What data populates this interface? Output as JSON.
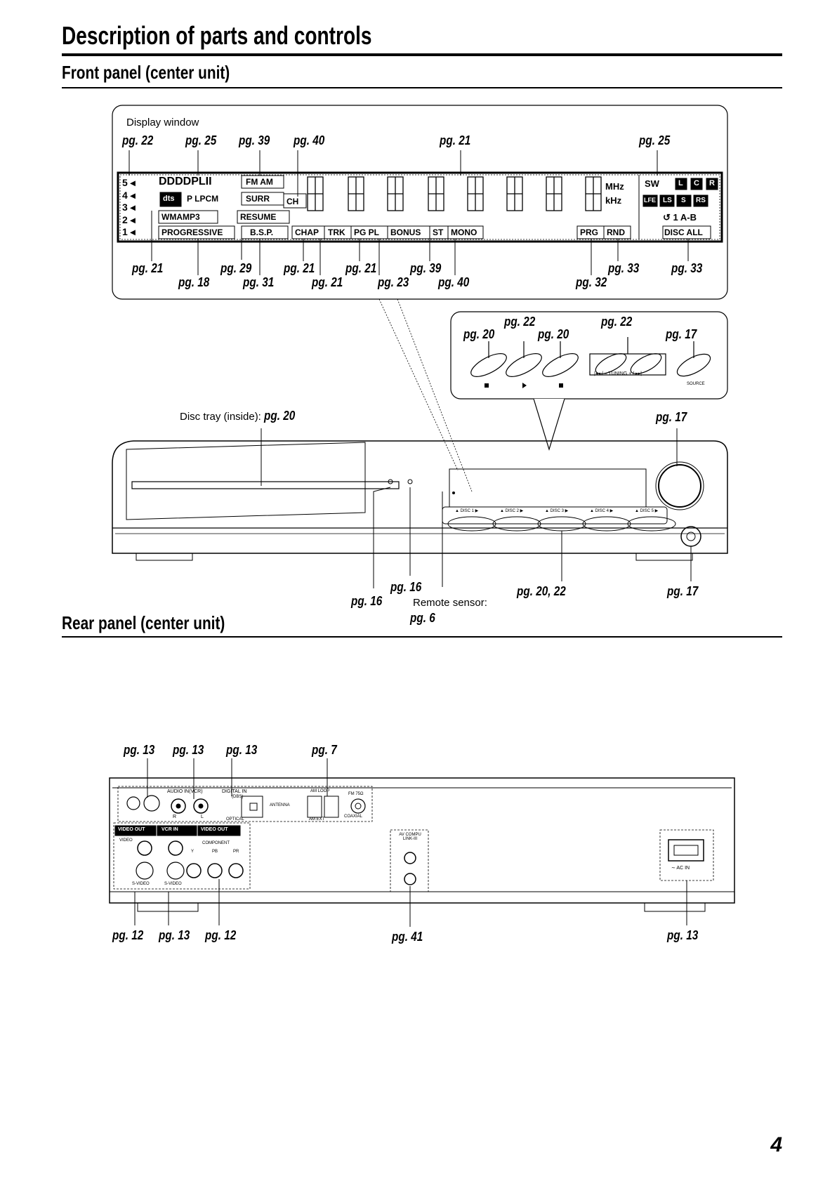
{
  "page": {
    "title": "Description of parts and controls",
    "page_number": "4"
  },
  "front": {
    "heading": "Front panel (center unit)",
    "display_window_label": "Display window",
    "disc_tray_label": "Disc tray (inside):",
    "disc_tray_ref": "pg. 20",
    "remote_sensor_label": "Remote sensor:",
    "display_refs_top": [
      "pg. 22",
      "pg. 25",
      "pg. 39",
      "pg. 40",
      "pg. 21",
      "pg. 25"
    ],
    "display_refs_bottom_row1": [
      "pg. 21",
      "pg. 29",
      "pg. 21",
      "pg. 21",
      "pg. 39",
      "pg. 33",
      "pg. 33"
    ],
    "display_refs_bottom_row2": [
      "pg. 18",
      "pg. 31",
      "pg. 21",
      "pg. 23",
      "pg. 40",
      "pg. 32"
    ],
    "controls_refs": [
      "pg. 22",
      "pg. 22",
      "pg. 20",
      "pg. 20",
      "pg. 17"
    ],
    "unit_refs": [
      "pg. 17",
      "pg. 16",
      "pg. 16",
      "pg. 6",
      "pg. 20, 22",
      "pg. 17"
    ],
    "lcd": {
      "indicators": [
        "5",
        "4",
        "3",
        "2",
        "1"
      ],
      "dolby": "DDDDPLII",
      "fmam": "FM AM",
      "dts": "dts",
      "plpcm": "P LPCM",
      "surr": "SURR",
      "wmamp3": "WMAMP3",
      "resume": "RESUME",
      "progressive": "PROGRESSIVE",
      "bsp": "B.S.P.",
      "chap": "CHAP",
      "trk": "TRK",
      "pgpl": "PG PL",
      "bonus": "BONUS",
      "st": "ST",
      "mono": "MONO",
      "ch": "CH",
      "mhz": "MHz",
      "khz": "kHz",
      "sw": "SW",
      "l": "L",
      "c": "C",
      "r": "R",
      "lfe": "LFE",
      "ls": "LS",
      "s": "S",
      "rs": "RS",
      "ab": "1 A-B",
      "discall": "DISC ALL",
      "prg": "PRG",
      "rnd": "RND"
    },
    "buttons": {
      "tuning": "TUNING",
      "source": "SOURCE",
      "discs": [
        "DISC 1",
        "DISC 2",
        "DISC 3",
        "DISC 4",
        "DISC 5"
      ]
    }
  },
  "rear": {
    "heading": "Rear panel (center unit)",
    "refs_top": [
      "pg. 13",
      "pg. 13",
      "pg. 13",
      "pg. 7"
    ],
    "refs_bottom": [
      "pg. 12",
      "pg. 13",
      "pg. 12",
      "pg. 41",
      "pg. 13"
    ],
    "jacks": {
      "audio_in": "AUDIO IN(VCR)",
      "digital_in": "DIGITAL IN",
      "dbs": "(DBS)",
      "optical": "OPTICAL",
      "antenna": "ANTENNA",
      "am_loop": "AM LOOP",
      "fm": "FM 75Ω",
      "coaxial": "COAXIAL",
      "am_ext": "AM EXT",
      "video_out": "VIDEO OUT",
      "vcr_in": "VCR IN",
      "video_out2": "VIDEO OUT",
      "video": "VIDEO",
      "component": "COMPONENT",
      "y": "Y",
      "pb": "PB",
      "pr": "PR",
      "svideo": "S-VIDEO",
      "av_compu_link": "AV COMPU LINK-III",
      "ac_in": "∼ AC IN",
      "r": "R",
      "l": "L"
    }
  }
}
